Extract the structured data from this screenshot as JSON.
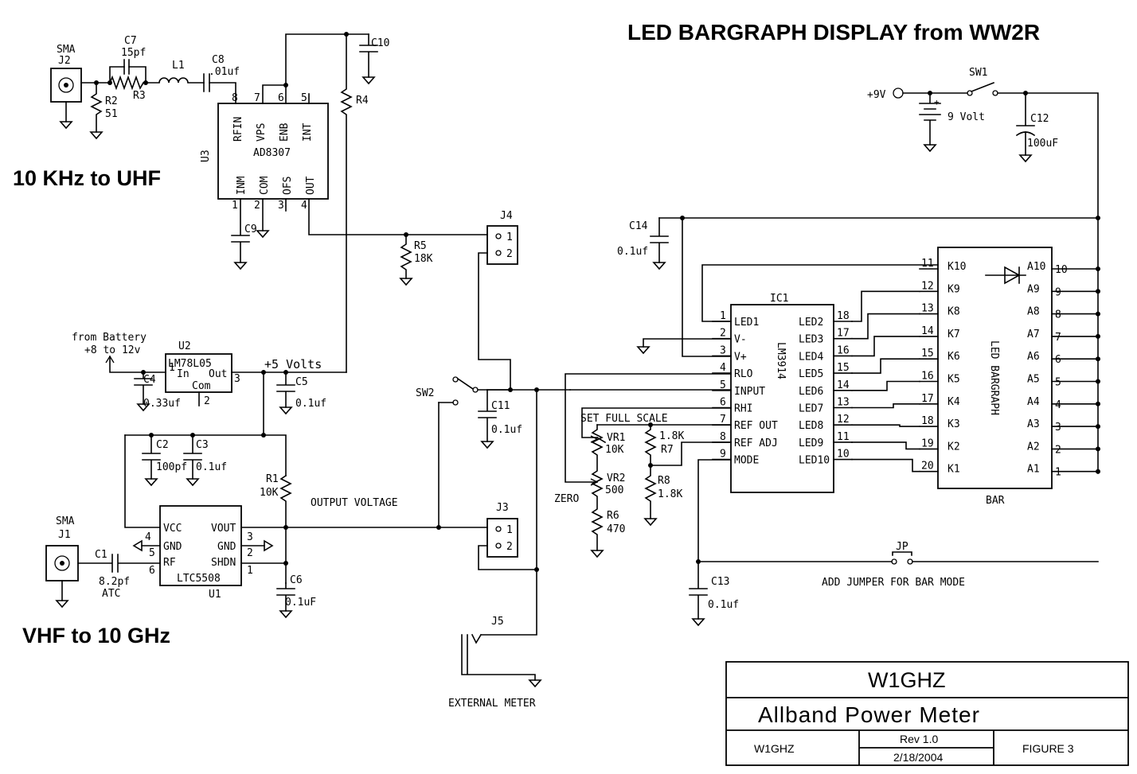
{
  "title": "LED BARGRAPH DISPLAY from WW2R",
  "range_labels": {
    "upper": "10 KHz to UHF",
    "lower": "VHF to 10 GHz"
  },
  "connectors": {
    "j2": {
      "type": "SMA",
      "ref": "J2"
    },
    "j1": {
      "type": "SMA",
      "ref": "J1"
    },
    "j3": {
      "ref": "J3",
      "pins": [
        "1",
        "2"
      ]
    },
    "j4": {
      "ref": "J4",
      "pins": [
        "1",
        "2"
      ]
    },
    "j5": {
      "ref": "J5",
      "label": "EXTERNAL METER"
    },
    "jp": {
      "ref": "JP",
      "label": "ADD JUMPER FOR BAR MODE"
    }
  },
  "components": {
    "c7": {
      "ref": "C7",
      "value": "15pf"
    },
    "r3": {
      "ref": "R3"
    },
    "l1": {
      "ref": "L1"
    },
    "c8": {
      "ref": "C8",
      "value": ".01uf"
    },
    "r2": {
      "ref": "R2",
      "value": "51"
    },
    "c10": {
      "ref": "C10"
    },
    "r4": {
      "ref": "R4"
    },
    "c9": {
      "ref": "C9"
    },
    "r5": {
      "ref": "R5",
      "value": "18K"
    },
    "c4": {
      "ref": "C4",
      "value": "0.33uf"
    },
    "c5": {
      "ref": "C5",
      "value": "0.1uf"
    },
    "c2": {
      "ref": "C2",
      "value": "100pf"
    },
    "c3": {
      "ref": "C3",
      "value": "0.1uf"
    },
    "r1": {
      "ref": "R1",
      "value": "10K"
    },
    "c6": {
      "ref": "C6",
      "value": "0.1uF"
    },
    "c1": {
      "ref": "C1",
      "value": "8.2pf",
      "note": "ATC"
    },
    "c11": {
      "ref": "C11",
      "value": "0.1uf"
    },
    "sw1": {
      "ref": "SW1"
    },
    "sw2": {
      "ref": "SW2"
    },
    "battery": {
      "value": "9 Volt"
    },
    "c12": {
      "ref": "C12",
      "value": "100uF"
    },
    "c14": {
      "ref": "C14",
      "value": "0.1uf"
    },
    "vr1": {
      "ref": "VR1",
      "value": "10K"
    },
    "vr2": {
      "ref": "VR2",
      "value": "500"
    },
    "r6": {
      "ref": "R6",
      "value": "470"
    },
    "r7": {
      "ref": "R7",
      "value": "1.8K"
    },
    "r8": {
      "ref": "R8",
      "value": "1.8K"
    },
    "c13": {
      "ref": "C13",
      "value": "0.1uf"
    }
  },
  "nets": {
    "plus9v": "+9V",
    "plus5v": "+5 Volts",
    "battery_in": "from Battery",
    "battery_range": "+8 to 12v",
    "output_voltage": "OUTPUT VOLTAGE",
    "set_full_scale": "SET FULL SCALE",
    "zero": "ZERO"
  },
  "ics": {
    "u3": {
      "ref": "U3",
      "name": "AD8307",
      "top_pins": [
        {
          "num": "8",
          "name": "RFIN"
        },
        {
          "num": "7",
          "name": "VPS"
        },
        {
          "num": "6",
          "name": "ENB"
        },
        {
          "num": "5",
          "name": "INT"
        }
      ],
      "bottom_pins": [
        {
          "num": "1",
          "name": "INM"
        },
        {
          "num": "2",
          "name": "COM"
        },
        {
          "num": "3",
          "name": "OFS"
        },
        {
          "num": "4",
          "name": "OUT"
        }
      ]
    },
    "u2": {
      "ref": "U2",
      "name": "LM78L05",
      "pins": {
        "in": "In",
        "out": "Out",
        "com": "Com",
        "in_num": "1",
        "out_num": "3",
        "com_num": "2"
      }
    },
    "u1": {
      "ref": "U1",
      "name": "LTC5508",
      "left_pins": [
        {
          "num": "4",
          "name": "VCC"
        },
        {
          "num": "5",
          "name": "GND"
        },
        {
          "num": "6",
          "name": "RF"
        }
      ],
      "right_pins": [
        {
          "num": "3",
          "name": "VOUT"
        },
        {
          "num": "2",
          "name": "GND"
        },
        {
          "num": "1",
          "name": "SHDN"
        }
      ]
    },
    "ic1": {
      "ref": "IC1",
      "name": "LM3914",
      "left_pins": [
        {
          "num": "1",
          "name": "LED1"
        },
        {
          "num": "2",
          "name": "V-"
        },
        {
          "num": "3",
          "name": "V+"
        },
        {
          "num": "4",
          "name": "RLO"
        },
        {
          "num": "5",
          "name": "INPUT"
        },
        {
          "num": "6",
          "name": "RHI"
        },
        {
          "num": "7",
          "name": "REF OUT"
        },
        {
          "num": "8",
          "name": "REF ADJ"
        },
        {
          "num": "9",
          "name": "MODE"
        }
      ],
      "right_pins": [
        {
          "num": "18",
          "name": "LED2"
        },
        {
          "num": "17",
          "name": "LED3"
        },
        {
          "num": "16",
          "name": "LED4"
        },
        {
          "num": "15",
          "name": "LED5"
        },
        {
          "num": "14",
          "name": "LED6"
        },
        {
          "num": "13",
          "name": "LED7"
        },
        {
          "num": "12",
          "name": "LED8"
        },
        {
          "num": "11",
          "name": "LED9"
        },
        {
          "num": "10",
          "name": "LED10"
        }
      ]
    },
    "bar": {
      "ref": "BAR",
      "name": "LED BARGRAPH",
      "left_pins": [
        {
          "num": "11",
          "name": "K10"
        },
        {
          "num": "12",
          "name": "K9"
        },
        {
          "num": "13",
          "name": "K8"
        },
        {
          "num": "14",
          "name": "K7"
        },
        {
          "num": "15",
          "name": "K6"
        },
        {
          "num": "16",
          "name": "K5"
        },
        {
          "num": "17",
          "name": "K4"
        },
        {
          "num": "18",
          "name": "K3"
        },
        {
          "num": "19",
          "name": "K2"
        },
        {
          "num": "20",
          "name": "K1"
        }
      ],
      "right_pins": [
        {
          "num": "10",
          "name": "A10"
        },
        {
          "num": "9",
          "name": "A9"
        },
        {
          "num": "8",
          "name": "A8"
        },
        {
          "num": "7",
          "name": "A7"
        },
        {
          "num": "6",
          "name": "A6"
        },
        {
          "num": "5",
          "name": "A5"
        },
        {
          "num": "4",
          "name": "A4"
        },
        {
          "num": "3",
          "name": "A3"
        },
        {
          "num": "2",
          "name": "A2"
        },
        {
          "num": "1",
          "name": "A1"
        }
      ]
    }
  },
  "title_block": {
    "company": "W1GHZ",
    "project": "Allband Power Meter",
    "drawn_by": "W1GHZ",
    "revision": "Rev 1.0",
    "date": "2/18/2004",
    "figure": "FIGURE 3"
  }
}
